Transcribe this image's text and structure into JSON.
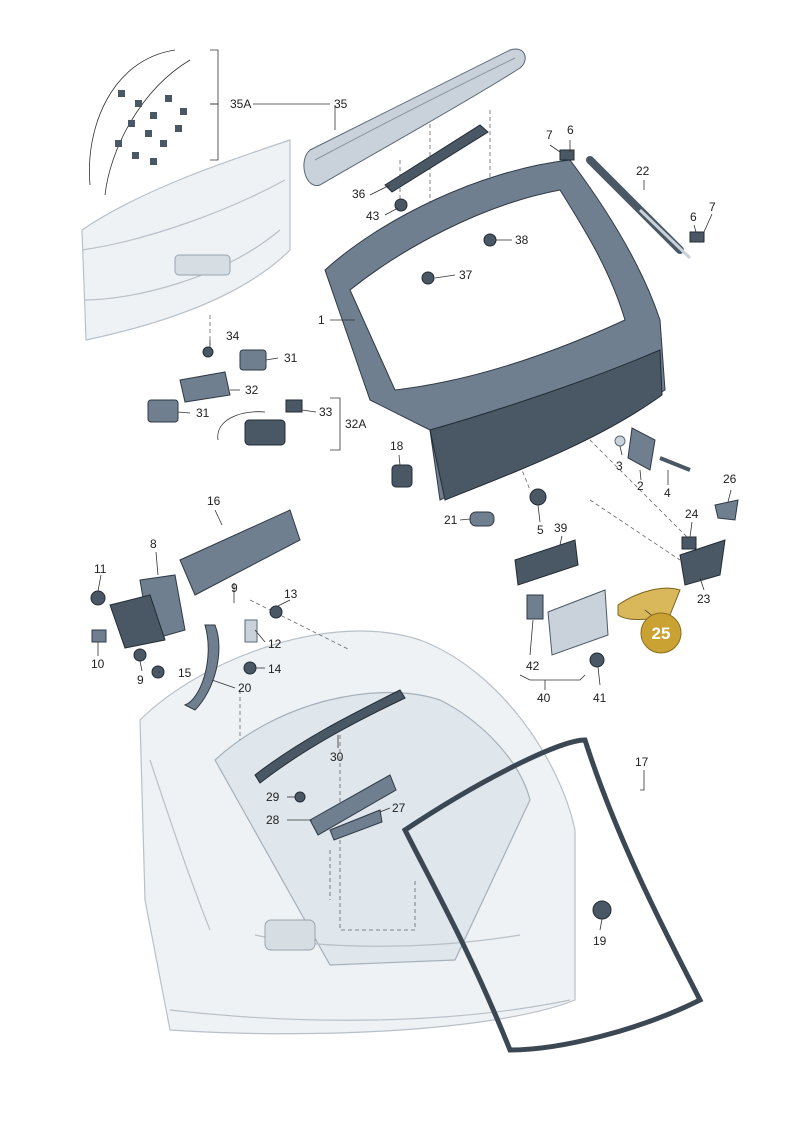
{
  "labels": [
    {
      "id": "1",
      "text": "1"
    },
    {
      "id": "2",
      "text": "2"
    },
    {
      "id": "3",
      "text": "3"
    },
    {
      "id": "4",
      "text": "4"
    },
    {
      "id": "5",
      "text": "5"
    },
    {
      "id": "6a",
      "text": "6"
    },
    {
      "id": "6b",
      "text": "6"
    },
    {
      "id": "7a",
      "text": "7"
    },
    {
      "id": "7b",
      "text": "7"
    },
    {
      "id": "8",
      "text": "8"
    },
    {
      "id": "9a",
      "text": "9"
    },
    {
      "id": "9b",
      "text": "9"
    },
    {
      "id": "10",
      "text": "10"
    },
    {
      "id": "11",
      "text": "11"
    },
    {
      "id": "12",
      "text": "12"
    },
    {
      "id": "13",
      "text": "13"
    },
    {
      "id": "14",
      "text": "14"
    },
    {
      "id": "15",
      "text": "15"
    },
    {
      "id": "16",
      "text": "16"
    },
    {
      "id": "17",
      "text": "17"
    },
    {
      "id": "18",
      "text": "18"
    },
    {
      "id": "19",
      "text": "19"
    },
    {
      "id": "20",
      "text": "20"
    },
    {
      "id": "21",
      "text": "21"
    },
    {
      "id": "22",
      "text": "22"
    },
    {
      "id": "23",
      "text": "23"
    },
    {
      "id": "24",
      "text": "24"
    },
    {
      "id": "26",
      "text": "26"
    },
    {
      "id": "27",
      "text": "27"
    },
    {
      "id": "28",
      "text": "28"
    },
    {
      "id": "29",
      "text": "29"
    },
    {
      "id": "30",
      "text": "30"
    },
    {
      "id": "31a",
      "text": "31"
    },
    {
      "id": "31b",
      "text": "31"
    },
    {
      "id": "32",
      "text": "32"
    },
    {
      "id": "32A",
      "text": "32A"
    },
    {
      "id": "33",
      "text": "33"
    },
    {
      "id": "34",
      "text": "34"
    },
    {
      "id": "35",
      "text": "35"
    },
    {
      "id": "35A",
      "text": "35A"
    },
    {
      "id": "36",
      "text": "36"
    },
    {
      "id": "37",
      "text": "37"
    },
    {
      "id": "38",
      "text": "38"
    },
    {
      "id": "39",
      "text": "39"
    },
    {
      "id": "40",
      "text": "40"
    },
    {
      "id": "41",
      "text": "41"
    },
    {
      "id": "42",
      "text": "42"
    },
    {
      "id": "43",
      "text": "43"
    }
  ],
  "highlight": {
    "text": "25",
    "color": "#c9a233"
  },
  "colors": {
    "part": "#6f7f8f",
    "body": "#dfe6ec",
    "highlight_part": "#d8b85a"
  }
}
